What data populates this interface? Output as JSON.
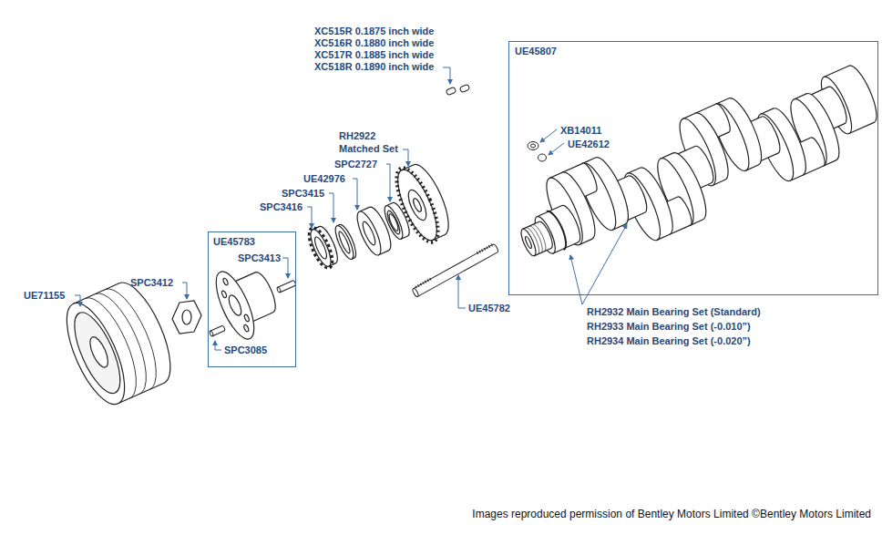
{
  "diagram": {
    "nodes": [
      {
        "text": [
          "UE45783",
          "SPC3413",
          "SPC3085"
        ]
      },
      {
        "text": [
          "UE45807",
          "XB14011",
          "UE42612"
        ]
      }
    ],
    "labels": [
      "XC515R 0.1875 inch wide",
      "XC516R 0.1880 inch wide",
      "XC517R 0.1885 inch wide",
      "XC518R 0.1890 inch wide",
      "RH2922 Matched Set",
      "SPC2727",
      "UE42976",
      "SPC3415",
      "SPC3416",
      "SPC3412",
      "UE71155",
      "UE45782",
      "RH2932 Main Bearing Set (Standard)",
      "RH2933 Main Bearing Set (-0.010”)",
      "RH2934 Main Bearing Set (-0.020”)",
      "Images reproduced permission of Bentley Motors Limited ©Bentley Motors Limited"
    ]
  }
}
